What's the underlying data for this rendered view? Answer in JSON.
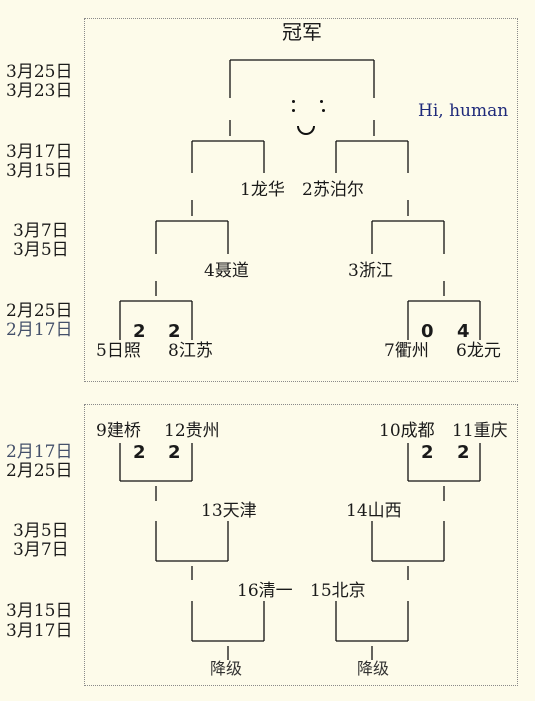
{
  "champion_title": "冠军",
  "greeting": "Hi, human",
  "dates": {
    "upper_r4a": "3月25日",
    "upper_r4b": "3月23日",
    "upper_r3a": "3月17日",
    "upper_r3b": "3月15日",
    "upper_r2a": "3月7日",
    "upper_r2b": "3月5日",
    "upper_r1a": "2月25日",
    "upper_r1b": "2月17日",
    "lower_r1a": "2月17日",
    "lower_r1b": "2月25日",
    "lower_r2a": "3月5日",
    "lower_r2b": "3月7日",
    "lower_r3a": "3月15日",
    "lower_r3b": "3月17日"
  },
  "upper": {
    "semi_left": "1龙华",
    "semi_right": "2苏泊尔",
    "qf_left": "4聂道",
    "qf_right": "3浙江",
    "r1": [
      {
        "team_a": "5日照",
        "team_b": "8江苏",
        "score_a": "2",
        "score_b": "2"
      },
      {
        "team_a": "7衢州",
        "team_b": "6龙元",
        "score_a": "0",
        "score_b": "4"
      }
    ]
  },
  "lower": {
    "r1": [
      {
        "team_a": "9建桥",
        "team_b": "12贵州",
        "score_a": "2",
        "score_b": "2"
      },
      {
        "team_a": "10成都",
        "team_b": "11重庆",
        "score_a": "2",
        "score_b": "2"
      }
    ],
    "r2_left": "13天津",
    "r2_right": "14山西",
    "r3_left": "16清一",
    "r3_right": "15北京",
    "relegation_left": "降级",
    "relegation_right": "降级"
  }
}
